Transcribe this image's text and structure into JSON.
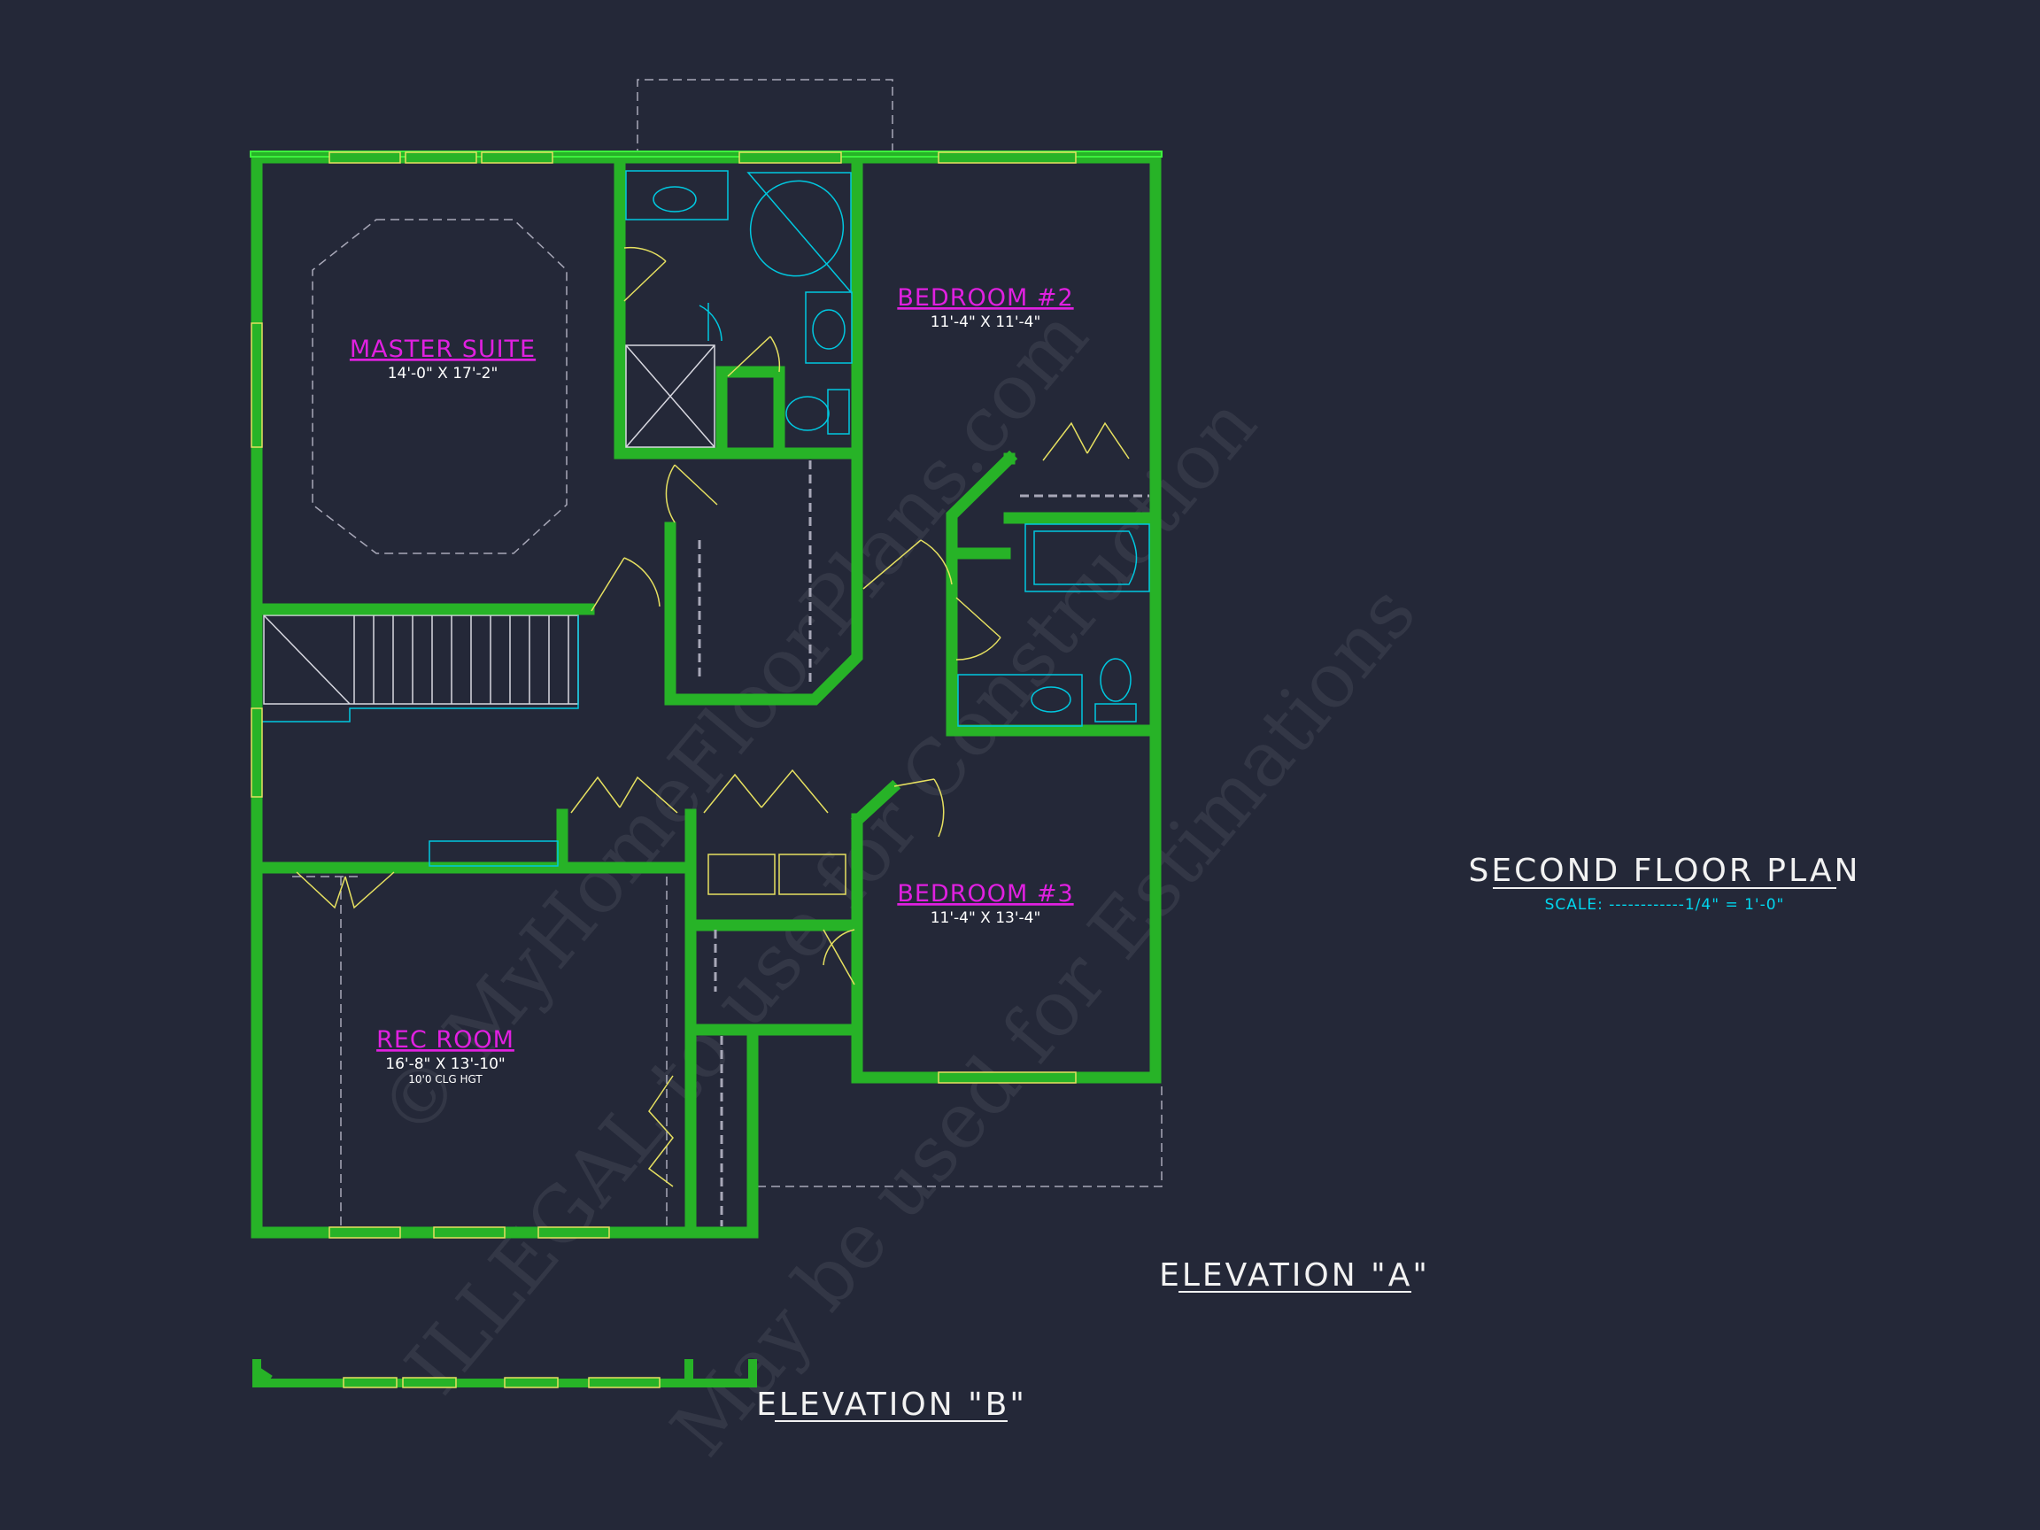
{
  "plan": {
    "title": "SECOND FLOOR PLAN",
    "scale": "SCALE: ------------1/4\" = 1'-0\""
  },
  "rooms": {
    "master_suite": {
      "name": "MASTER SUITE",
      "dims": "14'-0\" X 17'-2\""
    },
    "bedroom2": {
      "name": "BEDROOM #2",
      "dims": "11'-4\" X 11'-4\""
    },
    "bedroom3": {
      "name": "BEDROOM #3",
      "dims": "11'-4\" X 13'-4\""
    },
    "rec_room": {
      "name": "REC ROOM",
      "dims": "16'-8\" X 13'-10\"",
      "note": "10'0 CLG HGT"
    }
  },
  "elevations": {
    "a": "ELEVATION \"A\"",
    "b": "ELEVATION \"B\""
  },
  "watermark": {
    "line1": "© MyHomeFloorPlans.com",
    "line2": "ILLEGAL to use for Construction",
    "line3": "May be used for Estimations"
  },
  "colors": {
    "background": "#242838",
    "wall": "#27b327",
    "wall_edge": "#3df03d",
    "room_label": "#e020e0",
    "fixture": "#00c8e0",
    "door": "#e6e060",
    "dashed": "#a8a8b8"
  }
}
